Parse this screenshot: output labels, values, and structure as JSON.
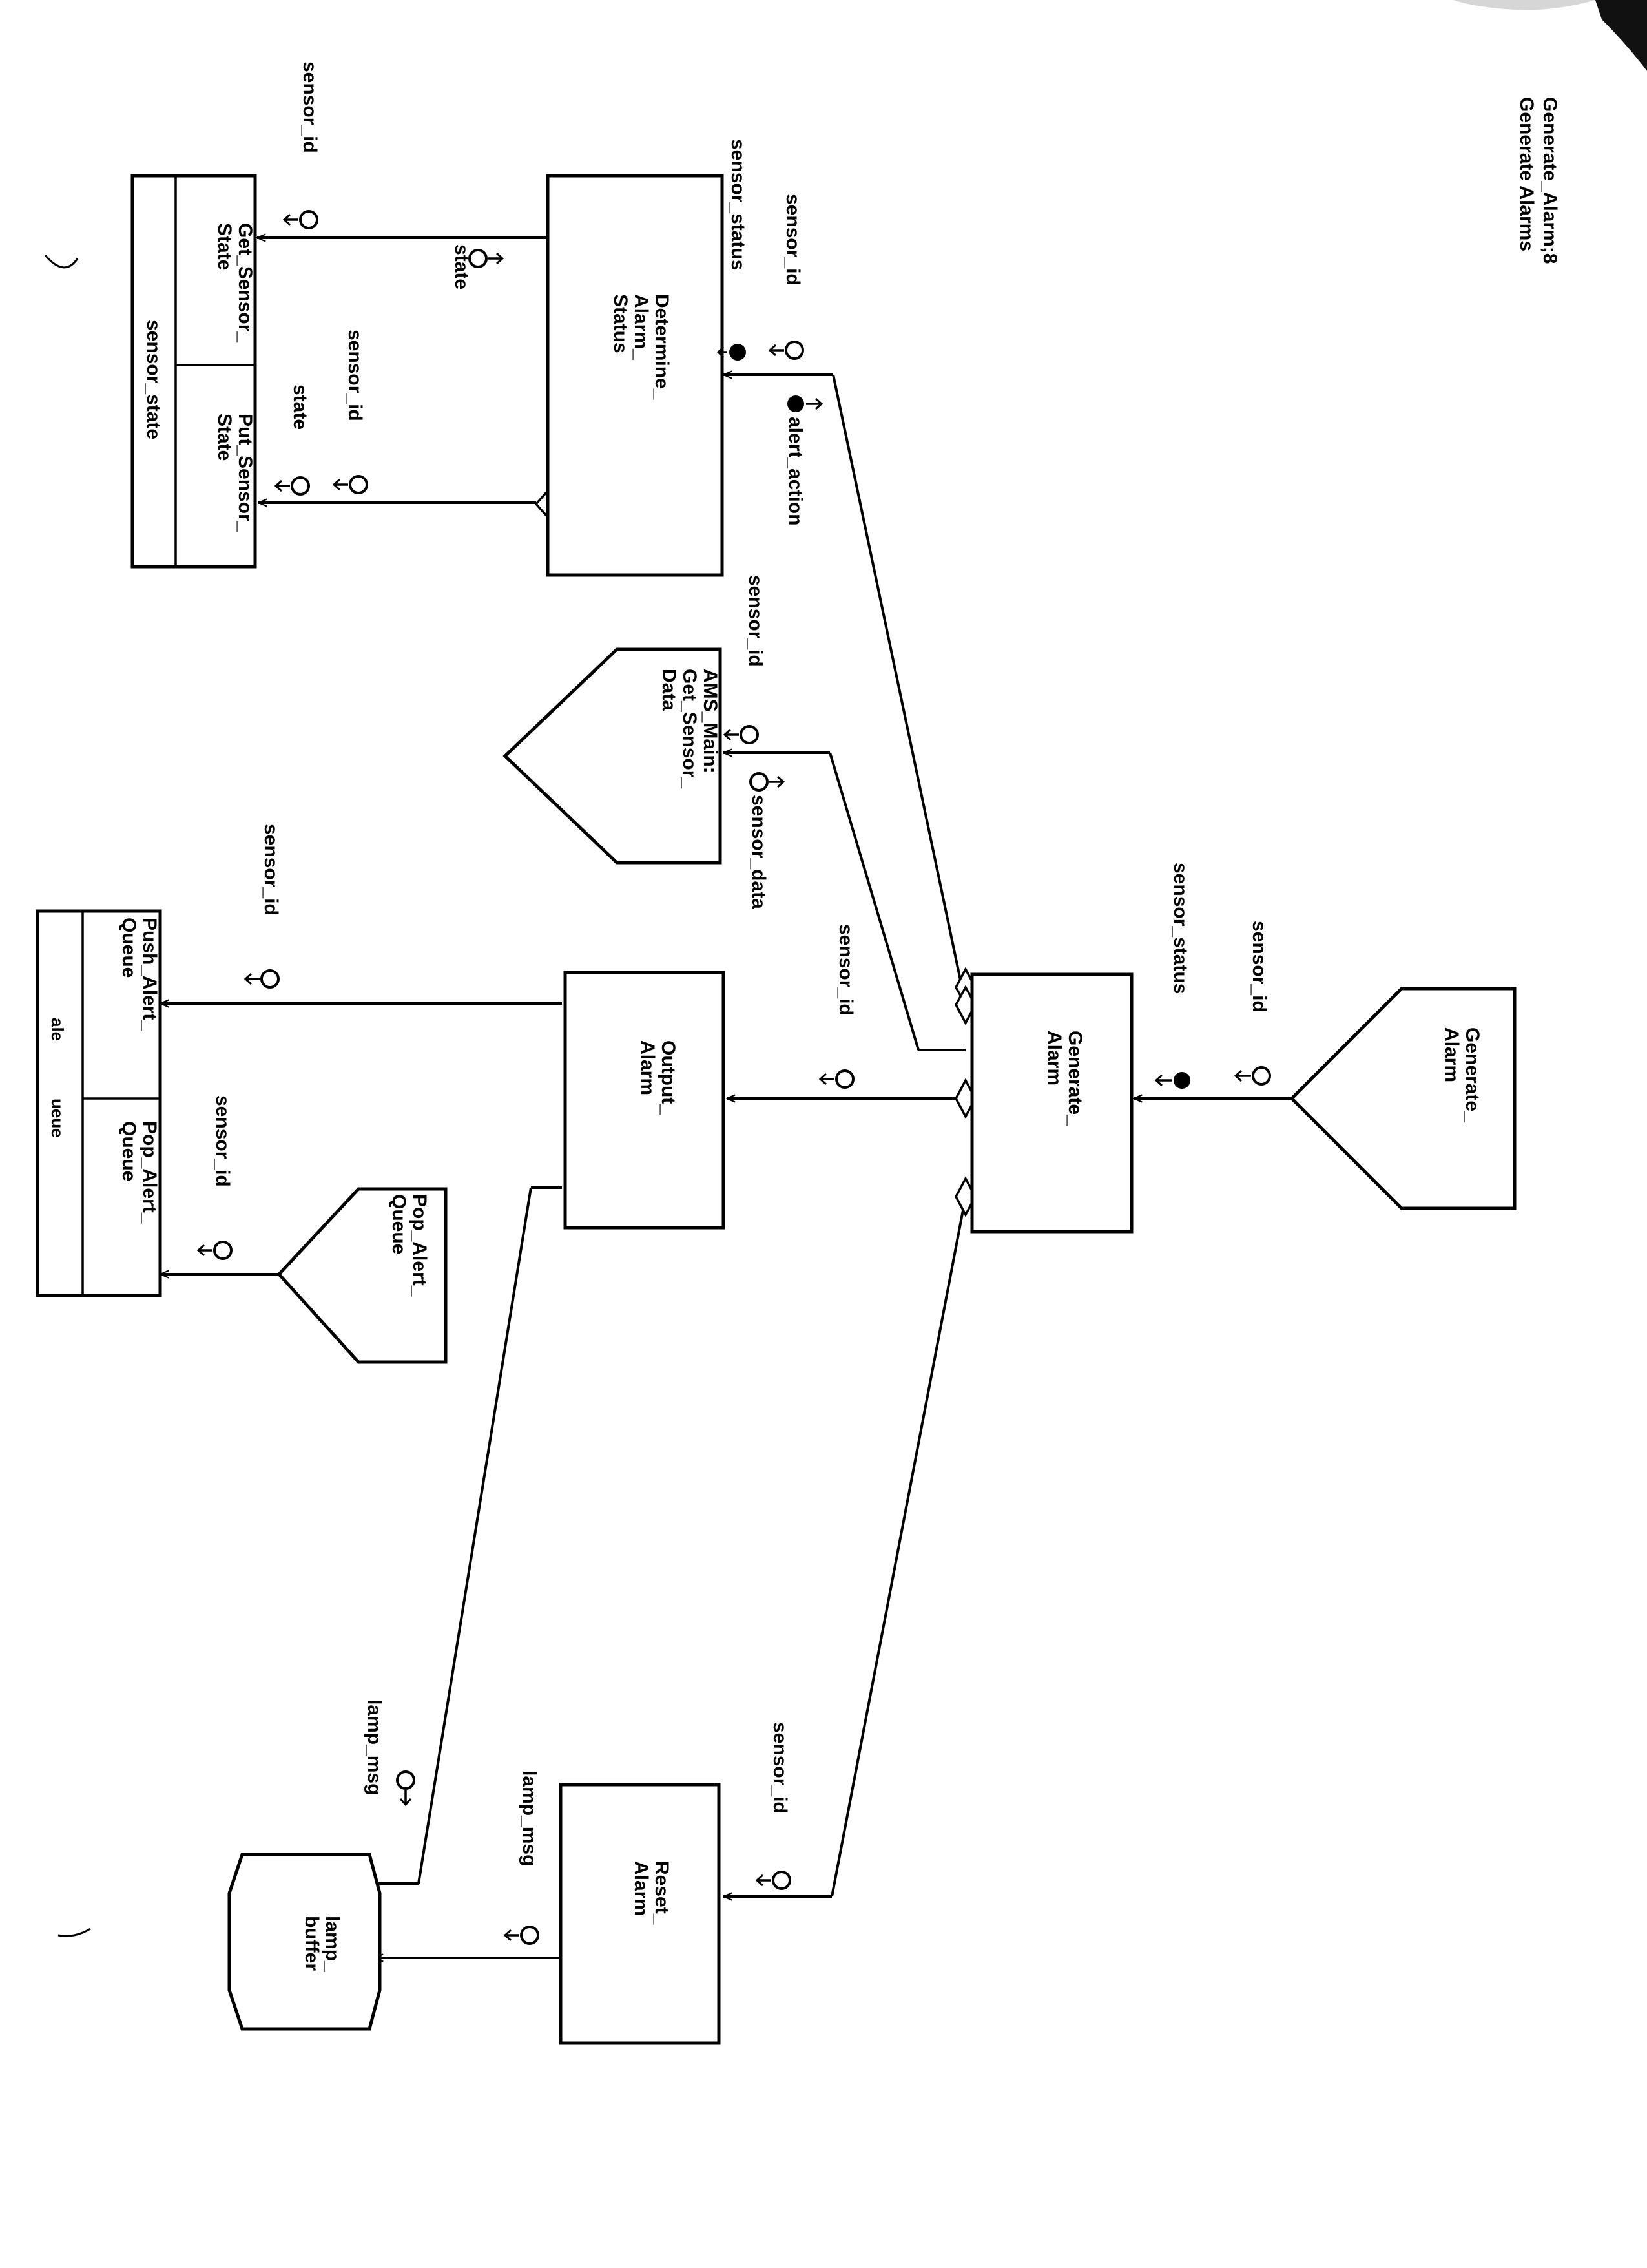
{
  "header": {
    "title_line1": "Generate_Alarm;8",
    "title_line2": "Generate Alarms"
  },
  "modules": {
    "generate_alarm_entry": [
      "Generate_",
      "Alarm"
    ],
    "generate_alarm": [
      "Generate_",
      "Alarm"
    ],
    "determine_alarm_status": [
      "Determine_",
      "Alarm_",
      "Status"
    ],
    "ams_main_get_sensor_data": [
      "AMS_Main:",
      "Get_Sensor_",
      "Data"
    ],
    "output_alarm": [
      "Output_",
      "Alarm"
    ],
    "reset_alarm": [
      "Reset_",
      "Alarm"
    ],
    "pop_alert_queue_entry": [
      "Pop_Alert_",
      "Queue"
    ],
    "lamp_buffer": [
      "lamp_",
      "buffer"
    ]
  },
  "packages": {
    "sensor_state_pkg": {
      "op1": [
        "Get_Sensor_",
        "State"
      ],
      "op2": [
        "Put_Sensor_",
        "State"
      ],
      "data": "sensor_state"
    },
    "alert_queue_pkg": {
      "op1": [
        "Push_Alert_",
        "Queue"
      ],
      "op2": [
        "Pop_Alert_",
        "Queue"
      ],
      "data_part1": "ale",
      "data_part2": "ueue"
    }
  },
  "flows": {
    "sensor_id": "sensor_id",
    "sensor_status": "sensor_status",
    "state": "state",
    "alert_action": "alert_action",
    "sensor_data": "sensor_data",
    "lamp_msg": "lamp_msg"
  },
  "icons": {
    "data_couple": "data-couple-icon",
    "control_flag": "control-flag-icon",
    "arrow_head": "arrow-head-icon",
    "decision_diamond": "decision-diamond-icon"
  }
}
